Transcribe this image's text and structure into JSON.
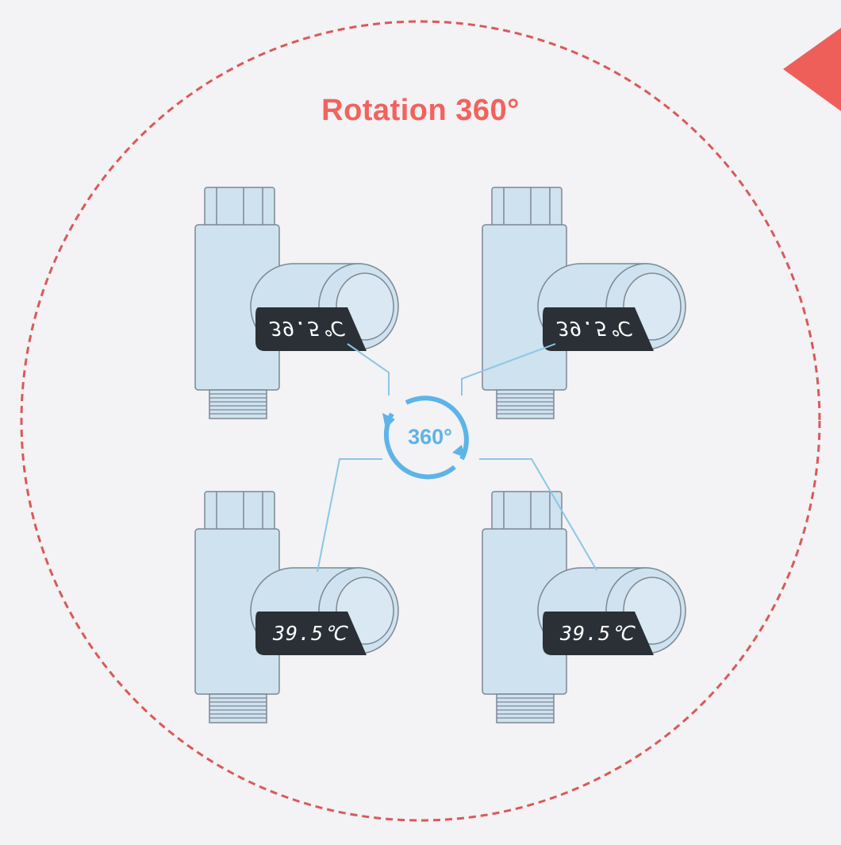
{
  "title": "Rotation 360°",
  "badge": "360°",
  "thermometers": [
    {
      "reading": "39.5℃",
      "orientation": "flipped"
    },
    {
      "reading": "39.5℃",
      "orientation": "flipped"
    },
    {
      "reading": "39.5℃",
      "orientation": "normal"
    },
    {
      "reading": "39.5℃",
      "orientation": "normal"
    }
  ],
  "colors": {
    "accent": "#f2625e",
    "body": "#cfe2ef",
    "outline": "#7d8893",
    "display": "#2a3036",
    "leader": "#8cc6e6",
    "arrow": "#5db4e8",
    "background": "#f3f2f4"
  }
}
